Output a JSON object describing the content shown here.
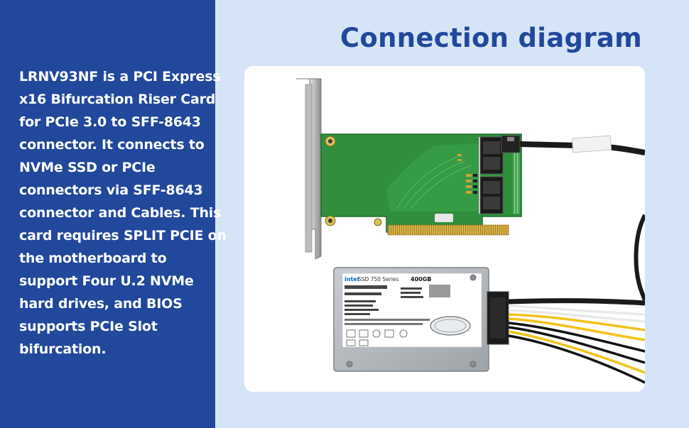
{
  "header": {
    "title": "Connection diagram"
  },
  "description": {
    "lines": [
      "LRNV93NF is a PCI Express",
      "x16 Bifurcation Riser Card",
      "for PCIe 3.0 to SFF-8643",
      "connector. It connects to",
      "NVMe SSD or PCIe",
      "connectors via SFF-8643",
      "connector and Cables. This",
      "card requires SPLIT PCIE on",
      "the motherboard to",
      "support Four U.2 NVMe",
      "hard drives, and BIOS",
      "supports PCIe Slot",
      "bifurcation."
    ]
  },
  "ssd": {
    "brand": "intel",
    "series": "SSD 750 Series",
    "capacity": "400GB"
  },
  "colors": {
    "panel": "#22489c",
    "background": "#d6e4f7",
    "pcb": "#2f8f3d",
    "heading": "#22489c"
  }
}
